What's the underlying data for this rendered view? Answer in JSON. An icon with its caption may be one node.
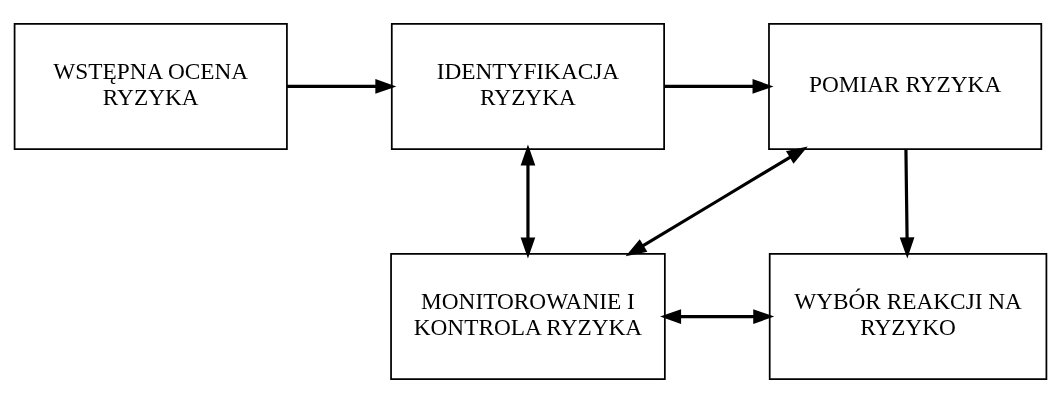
{
  "diagram": {
    "nodes": [
      {
        "text": [
          "WSTĘPNA OCENA RYZYKA"
        ]
      },
      {
        "text": [
          "IDENTYFIKACJA RYZYKA"
        ]
      },
      {
        "text": [
          "POMIAR RYZYKA"
        ]
      },
      {
        "text": [
          "MONITOROWANIE I KONTROLA RYZYKA"
        ]
      },
      {
        "text": [
          "WYBÓR REAKCJI NA RYZYKO"
        ]
      }
    ],
    "edges": [
      {
        "from": 0,
        "to": 1,
        "arrow": "to"
      },
      {
        "from": 1,
        "to": 2,
        "arrow": "to"
      },
      {
        "from": 1,
        "to": 3,
        "arrow": "both"
      },
      {
        "from": 2,
        "to": 3,
        "arrow": "both"
      },
      {
        "from": 2,
        "to": 4,
        "arrow": "to"
      },
      {
        "from": 3,
        "to": 4,
        "arrow": "both"
      }
    ]
  }
}
